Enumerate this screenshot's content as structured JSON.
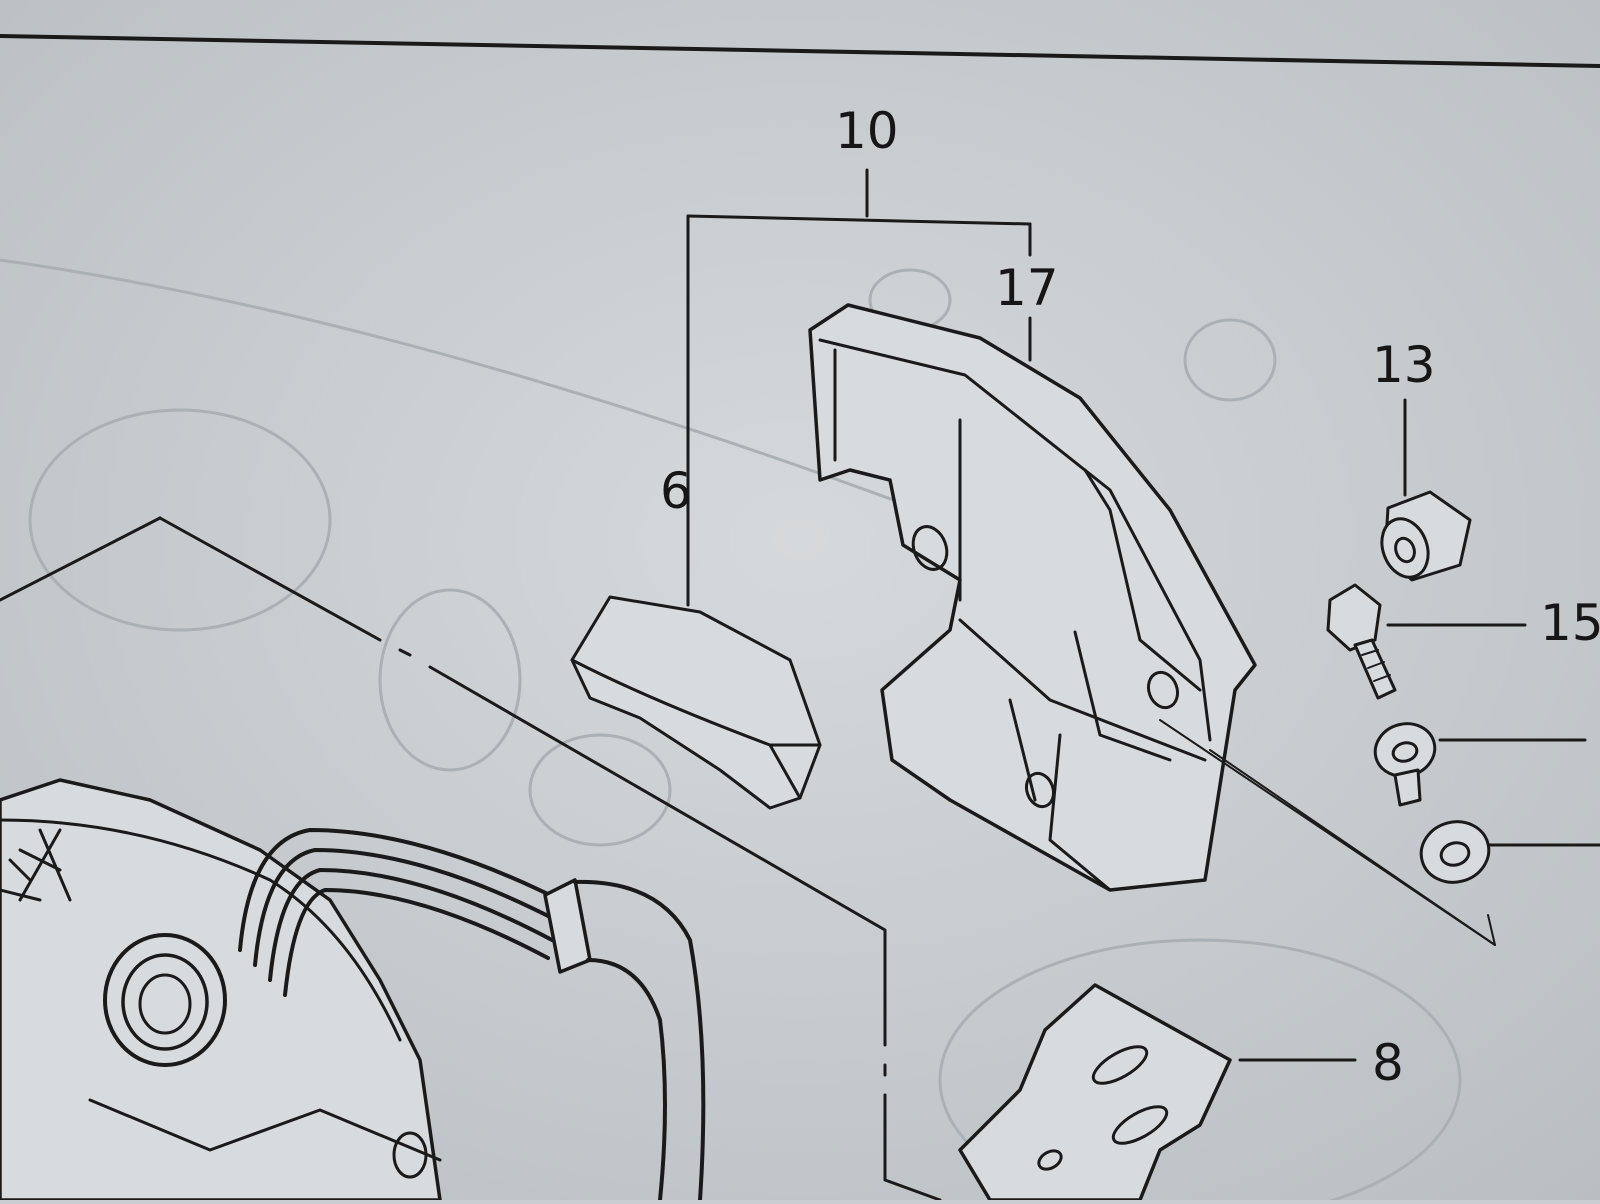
{
  "diagram": {
    "labels": {
      "assembly": "10",
      "housing": "17",
      "foam_pad": "6",
      "nut": "13",
      "bolt": "15",
      "plate": "8"
    },
    "colors": {
      "paper": "#c9cdd0",
      "ink": "#1a1a1a"
    }
  }
}
